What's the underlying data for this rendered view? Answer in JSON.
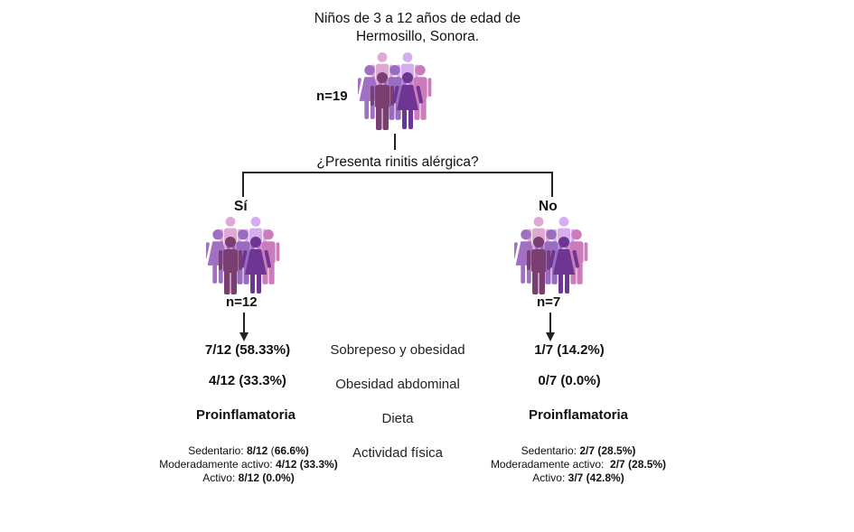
{
  "title": {
    "line1": "Niños de 3 a 12 años de edad de",
    "line2": "Hermosillo, Sonora."
  },
  "root": {
    "n_label": "n=19",
    "icon": "people-group-icon"
  },
  "question": "¿Presenta rinitis alérgica?",
  "colors": {
    "person_back_left": "#e0a8d4",
    "person_back_right": "#d6aef0",
    "person_mid_left": "#a270c2",
    "person_mid_center": "#9a6cc0",
    "person_mid_right": "#cc7cba",
    "person_front_left": "#7a3f70",
    "person_front_right": "#6e3593",
    "line": "#222222"
  },
  "categories": {
    "overweight": "Sobrepeso y obesidad",
    "abdominal": "Obesidad abdominal",
    "diet": "Dieta",
    "activity": "Actividad física"
  },
  "branches": {
    "yes": {
      "label": "Sí",
      "n_label": "n=12",
      "overweight": "7/12  (58.33%)",
      "abdominal": "4/12 (33.3%)",
      "diet": "Proinflamatoria",
      "activity": {
        "sedentary_label": "Sedentario: ",
        "sedentary_value": "8/12",
        "sedentary_pct_open": " (",
        "sedentary_pct": "66.6%)",
        "moderate_label": "Moderadamente activo: ",
        "moderate_value": "4/12 (33.3%)",
        "active_label": "Activo: ",
        "active_value": "8/12 (0.0%)"
      }
    },
    "no": {
      "label": "No",
      "n_label": "n=7",
      "overweight": "1/7 (14.2%)",
      "abdominal": "0/7 (0.0%)",
      "diet": "Proinflamatoria",
      "activity": {
        "sedentary_label": "Sedentario: ",
        "sedentary_value": "2/7 (28.5%)",
        "moderate_label": "Moderadamente activo:  ",
        "moderate_value": "2/7 (28.5%)",
        "active_label": "Activo: ",
        "active_value": "3/7 (42.8%)"
      }
    }
  }
}
